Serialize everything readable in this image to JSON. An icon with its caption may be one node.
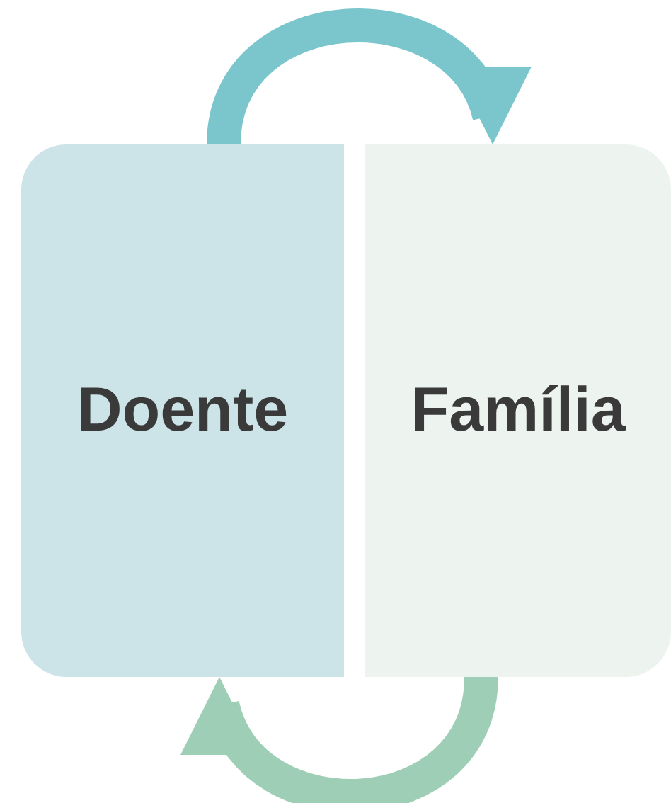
{
  "diagram": {
    "nodes": [
      {
        "text": [
          "Doente"
        ]
      },
      {
        "text": [
          "Família"
        ]
      }
    ],
    "edges": [
      {
        "from": 0,
        "to": 1,
        "arrow": "to",
        "color": "#7ac6cc"
      },
      {
        "from": 1,
        "to": 0,
        "arrow": "to",
        "color": "#9ecfb6"
      }
    ]
  }
}
